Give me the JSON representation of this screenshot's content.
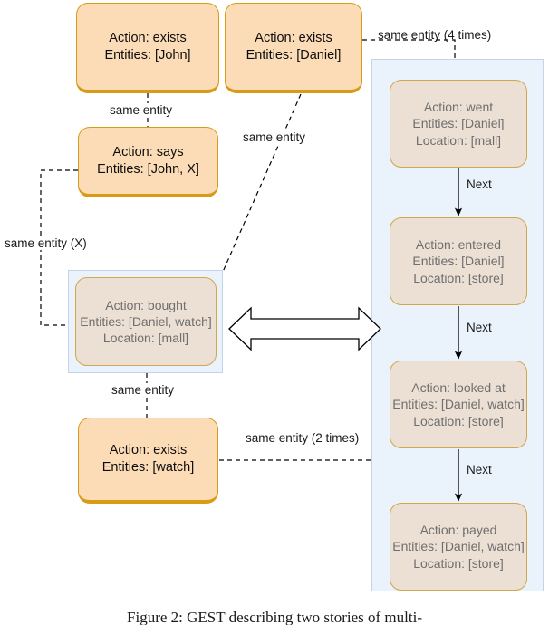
{
  "figure": {
    "caption": "Figure 2: GEST describing two stories of multi-",
    "colors": {
      "orange_fill": "#fcdcb7",
      "orange_border": "#d79b17",
      "beige_fill": "#ece0d4",
      "beige_border": "#d2a64a",
      "panel_fill": "#eaf2fb",
      "panel_border": "#c3d4ea",
      "edge": "#000000"
    }
  },
  "nodes": {
    "exists_john": {
      "action": "Action: exists",
      "entities": "Entities: [John]"
    },
    "exists_daniel": {
      "action": "Action: exists",
      "entities": "Entities: [Daniel]"
    },
    "says": {
      "action": "Action: says",
      "entities": "Entities: [John, X]"
    },
    "bought": {
      "action": "Action: bought",
      "entities": "Entities: [Daniel, watch]",
      "location": "Location: [mall]"
    },
    "exists_watch": {
      "action": "Action: exists",
      "entities": "Entities: [watch]"
    },
    "went": {
      "action": "Action: went",
      "entities": "Entities: [Daniel]",
      "location": "Location: [mall]"
    },
    "entered": {
      "action": "Action: entered",
      "entities": "Entities: [Daniel]",
      "location": "Location: [store]"
    },
    "looked_at": {
      "action": "Action: looked at",
      "entities": "Entities: [Daniel, watch]",
      "location": "Location: [store]"
    },
    "payed": {
      "action": "Action: payed",
      "entities": "Entities: [Daniel, watch]",
      "location": "Location: [store]"
    }
  },
  "edge_labels": {
    "same_entity_4_times": "same entity  (4 times)",
    "same_entity_john": "same entity",
    "same_entity_daniel": "same entity",
    "same_entity_x": "same entity (X)",
    "same_entity_watch_bought": "same entity",
    "same_entity_2_times": "same entity (2 times)",
    "next_1": "Next",
    "next_2": "Next",
    "next_3": "Next"
  }
}
